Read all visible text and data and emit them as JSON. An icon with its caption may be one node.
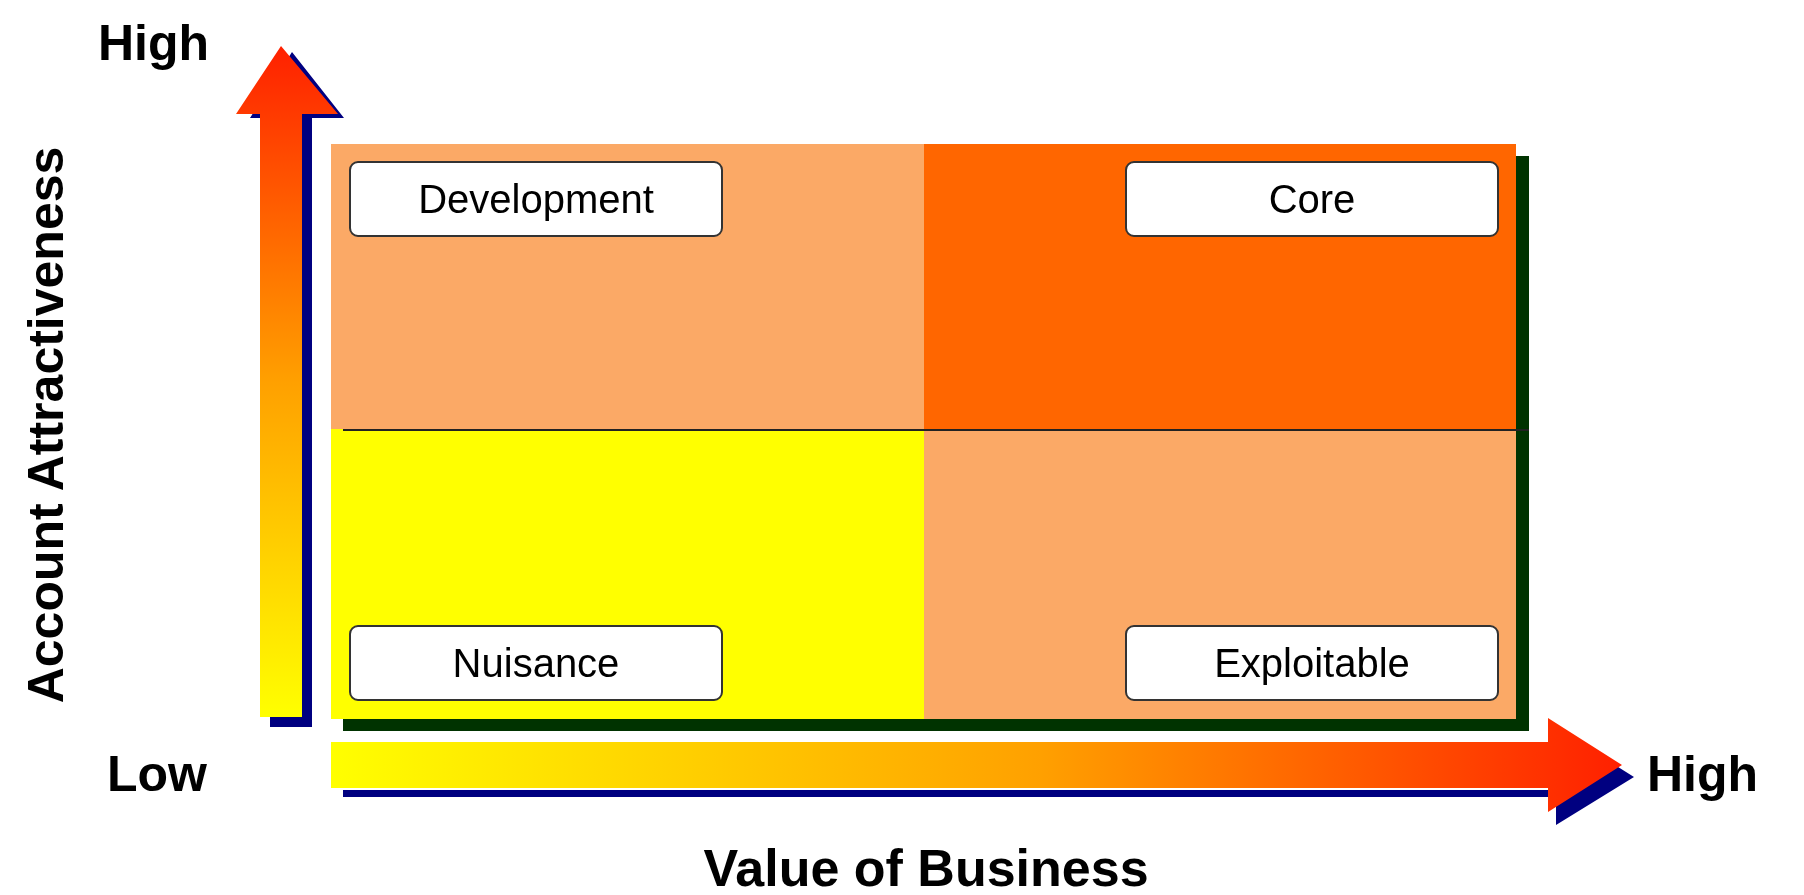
{
  "diagram": {
    "nodes": [
      {
        "text": [
          "Development"
        ]
      },
      {
        "text": [
          "Core"
        ]
      },
      {
        "text": [
          "Nuisance"
        ]
      },
      {
        "text": [
          "Exploitable"
        ]
      }
    ],
    "labels": [
      "High",
      "Account Attractiveness",
      "Low",
      "High",
      "Value of Business"
    ]
  }
}
